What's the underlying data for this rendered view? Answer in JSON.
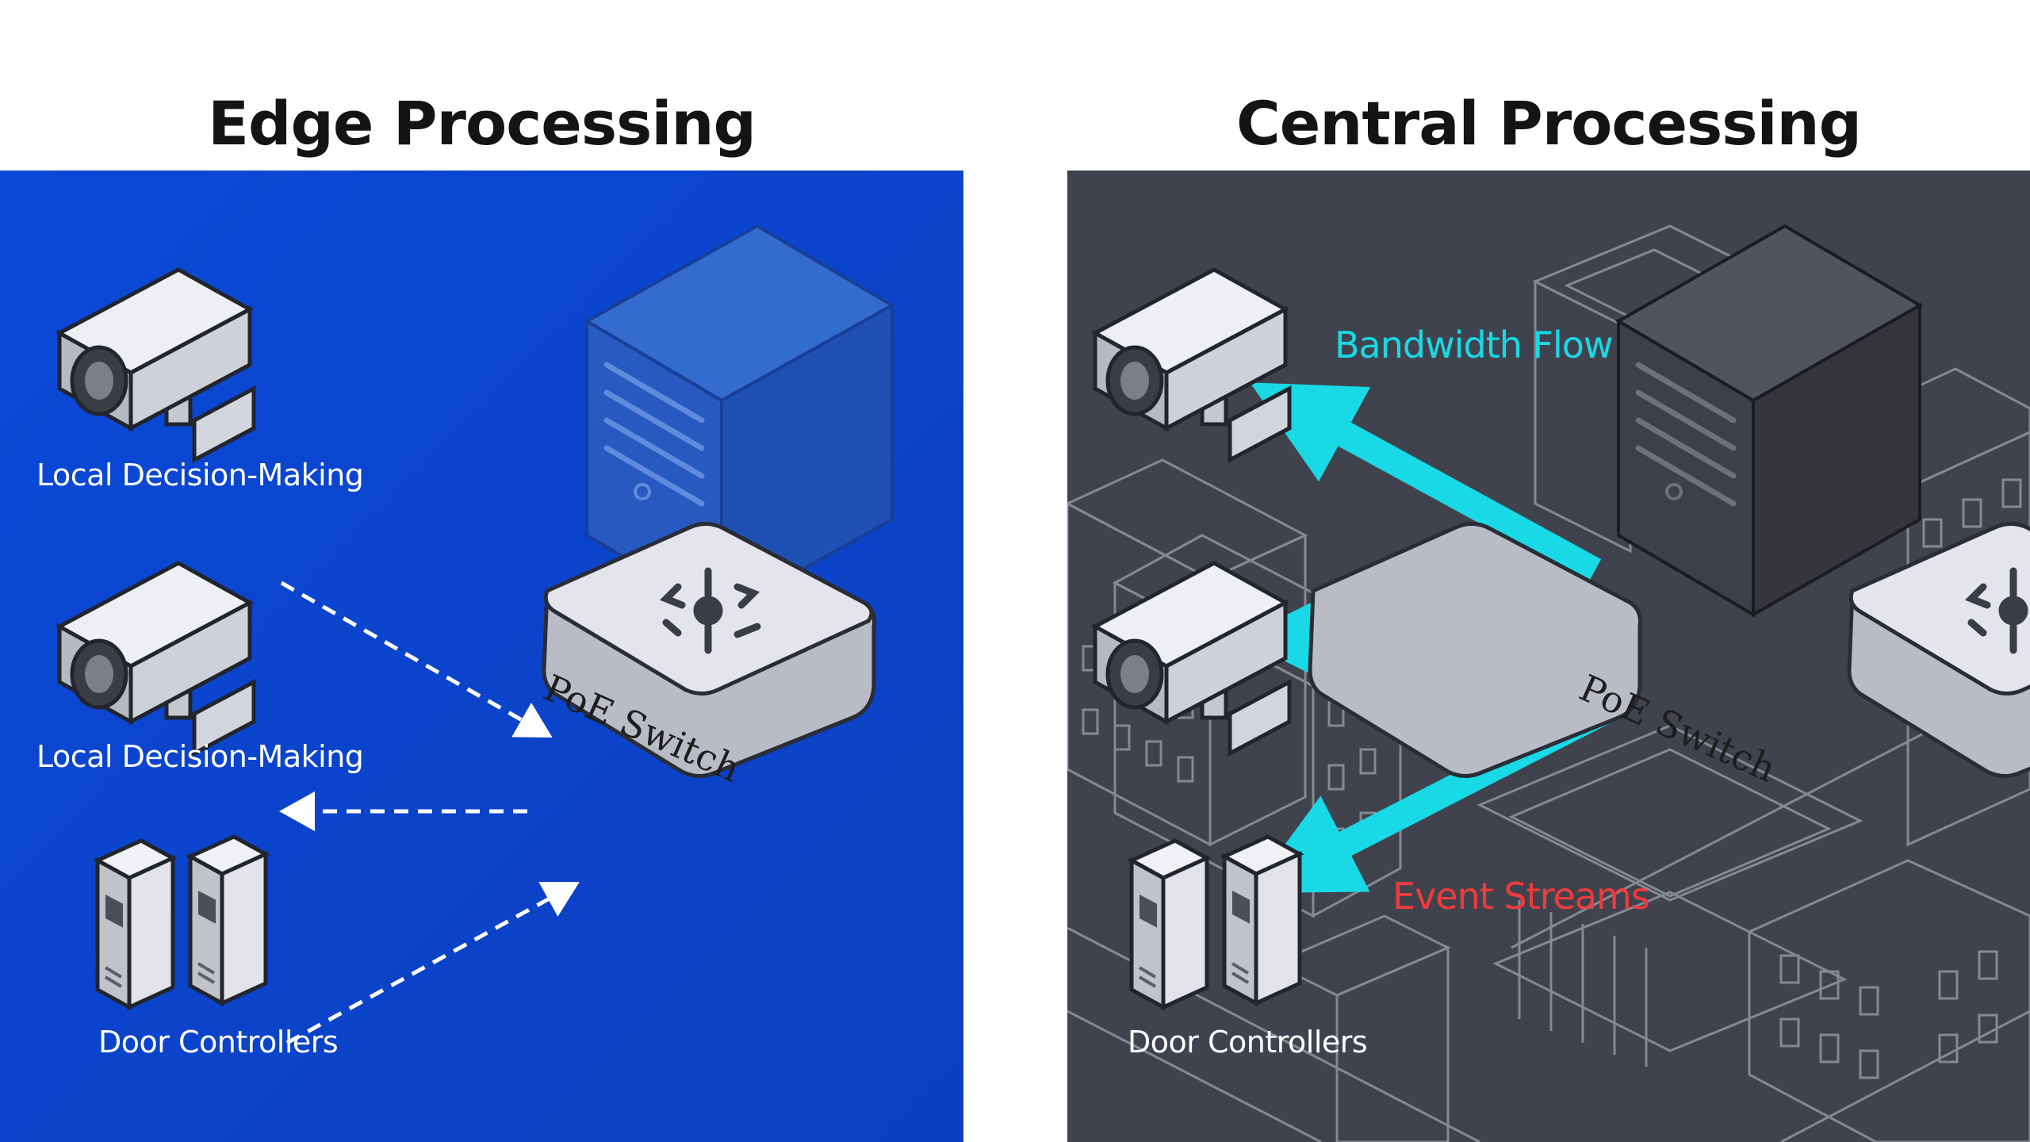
{
  "colors": {
    "edge_background": "#0b47d3",
    "central_background": "#40434d",
    "bandwidth_flow": "#19d9e6",
    "event_streams": "#ee3b3b",
    "device_body": "#dcdde2"
  },
  "edge": {
    "title": "Edge Processing",
    "camera_1_label": "Local Decision-Making",
    "camera_2_label": "Local Decision-Making",
    "door_controllers_label": "Door Controllers",
    "switch_label": "PoE Switch"
  },
  "central": {
    "title": "Central Processing",
    "bandwidth_label": "Bandwidth Flow",
    "events_label": "Event Streams",
    "door_controllers_label": "Door Controllers",
    "switch_label": "PoE Switch"
  },
  "icons": [
    "cctv-camera-icon",
    "server-tower-icon",
    "poe-switch-icon",
    "door-controller-icon",
    "city-buildings-background"
  ]
}
